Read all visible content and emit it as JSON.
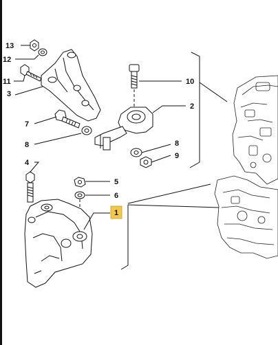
{
  "colors": {
    "highlight": "#f2c84b",
    "line": "#111111",
    "background": "#ffffff"
  },
  "callouts": {
    "c13": "13",
    "c12": "12",
    "c11": "11",
    "c3": "3",
    "c10": "10",
    "c2": "2",
    "c7": "7",
    "c8a": "8",
    "c8b": "8",
    "c9": "9",
    "c4": "4",
    "c5": "5",
    "c6": "6",
    "c1": "1"
  }
}
